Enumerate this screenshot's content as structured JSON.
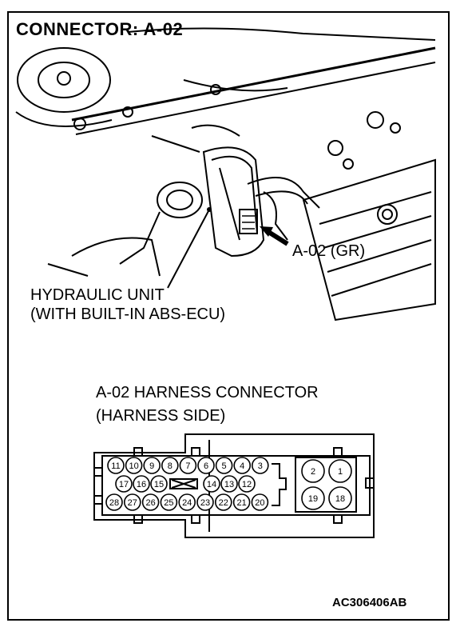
{
  "title": "CONNECTOR: A-02",
  "labels": {
    "connector_callout": "A-02 (GR)",
    "hydraulic_unit_line1": "HYDRAULIC UNIT",
    "hydraulic_unit_line2": "(WITH BUILT-IN ABS-ECU)",
    "harness_title_line1": "A-02 HARNESS CONNECTOR",
    "harness_title_line2": "(HARNESS SIDE)"
  },
  "pins": {
    "row1": [
      "11",
      "10",
      "9",
      "8",
      "7",
      "6",
      "5",
      "4",
      "3"
    ],
    "row2": [
      "17",
      "16",
      "15",
      "14",
      "13",
      "12"
    ],
    "row3": [
      "28",
      "27",
      "26",
      "25",
      "24",
      "23",
      "22",
      "21",
      "20"
    ],
    "right_top": [
      "2",
      "1"
    ],
    "right_bottom": [
      "19",
      "18"
    ]
  },
  "figure_code": "AC306406AB"
}
